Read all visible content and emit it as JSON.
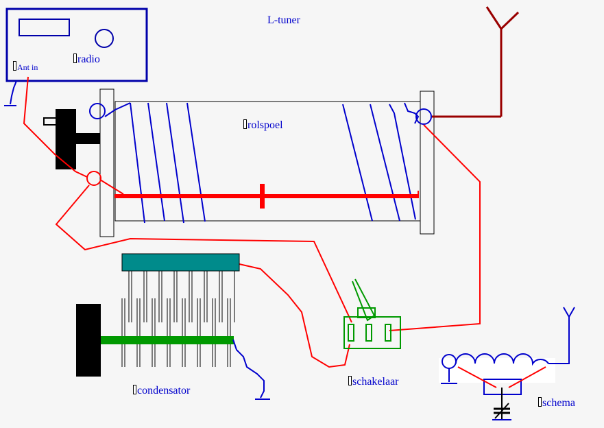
{
  "title": "L-tuner",
  "labels": {
    "radio": "radio",
    "ant_in": "Ant in",
    "rolspoel": "rolspoel",
    "condensator": "condensator",
    "schakelaar": "schakelaar",
    "schema": "schema"
  },
  "colors": {
    "background": "#f6f6f6",
    "label_text": "#0000cc",
    "wire_red": "#ff0000",
    "wire_blue": "#0000cc",
    "antenna_dark_red": "#990000",
    "switch_green": "#009900",
    "plate_teal": "#008b8b",
    "knob_black": "#000000"
  }
}
